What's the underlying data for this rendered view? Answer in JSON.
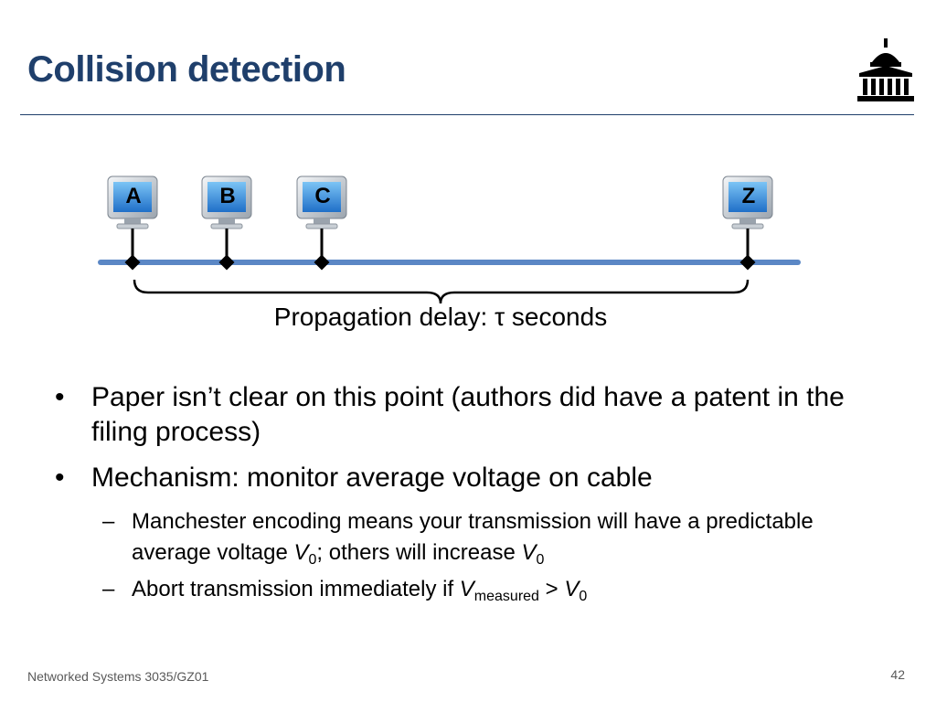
{
  "slide": {
    "title": "Collision detection",
    "footer": "Networked Systems 3035/GZ01",
    "page_number": "42"
  },
  "diagram": {
    "nodes": [
      "A",
      "B",
      "C",
      "Z"
    ],
    "delay_label": "Propagation delay: τ seconds",
    "cable_color": "#5b87c5"
  },
  "bullets": {
    "b1_text": "Paper isn’t clear on this point (authors did have a patent in the filing process)",
    "b2_text": "Mechanism: monitor average voltage on cable",
    "sub1_prefix": "Manchester encoding means your transmission will have a predictable average voltage ",
    "sub1_v0_a": "V",
    "sub1_v0_a_sub": "0",
    "sub1_mid": "; others will increase ",
    "sub1_v0_b": "V",
    "sub1_v0_b_sub": "0",
    "sub2_prefix": "Abort transmission immediately if ",
    "sub2_vm": "V",
    "sub2_vm_sub": "measured",
    "sub2_mid": " > ",
    "sub2_v0": "V",
    "sub2_v0_sub": "0",
    "bullet_char": "•",
    "dash_char": "–"
  },
  "colors": {
    "title": "#1f3f6b",
    "accent_blue": "#5b87c5"
  }
}
